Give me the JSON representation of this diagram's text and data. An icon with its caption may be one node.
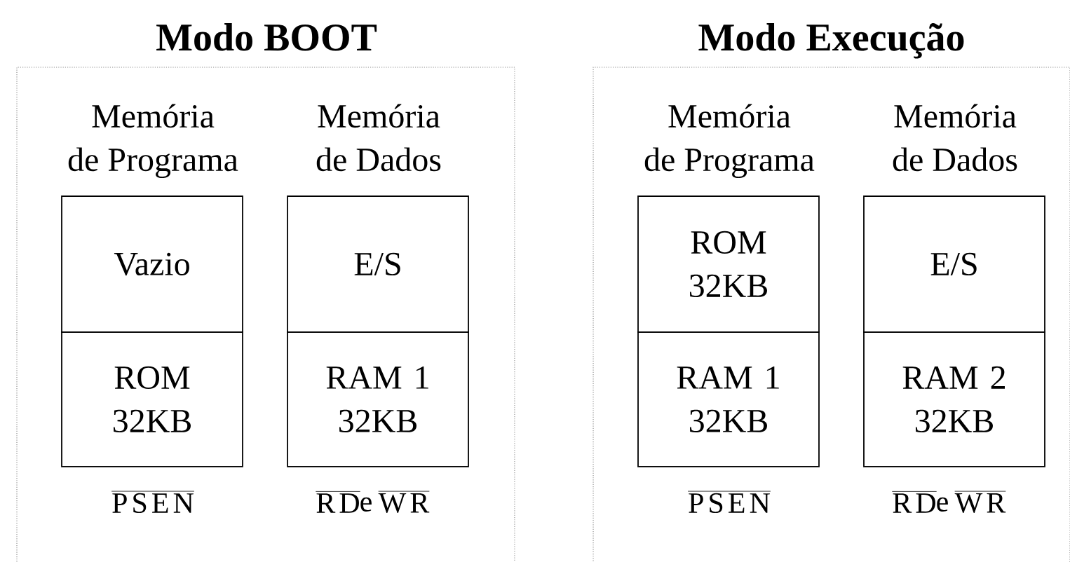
{
  "diagram": {
    "nodes": [
      {
        "text": [
          "Modo BOOT"
        ]
      },
      {
        "text": [
          "Vazio"
        ],
        "in": 0
      },
      {
        "text": [
          "ROM 32KB"
        ],
        "in": 0
      },
      {
        "text": [
          "E/S"
        ],
        "in": 0
      },
      {
        "text": [
          "RAM 1 32KB"
        ],
        "in": 0
      },
      {
        "text": [
          "Modo Execução"
        ]
      },
      {
        "text": [
          "ROM 32KB"
        ],
        "in": 5
      },
      {
        "text": [
          "RAM 1 32KB"
        ],
        "in": 5
      },
      {
        "text": [
          "E/S"
        ],
        "in": 5
      },
      {
        "text": [
          "RAM 2 32KB"
        ],
        "in": 5
      }
    ],
    "edges": [],
    "labels": [
      "Memória de Programa",
      "Memória de Dados",
      "PSEN",
      "RD",
      "e",
      "WR",
      "Memória de Programa",
      "Memória de Dados",
      "PSEN",
      "RD",
      "e",
      "WR"
    ]
  }
}
